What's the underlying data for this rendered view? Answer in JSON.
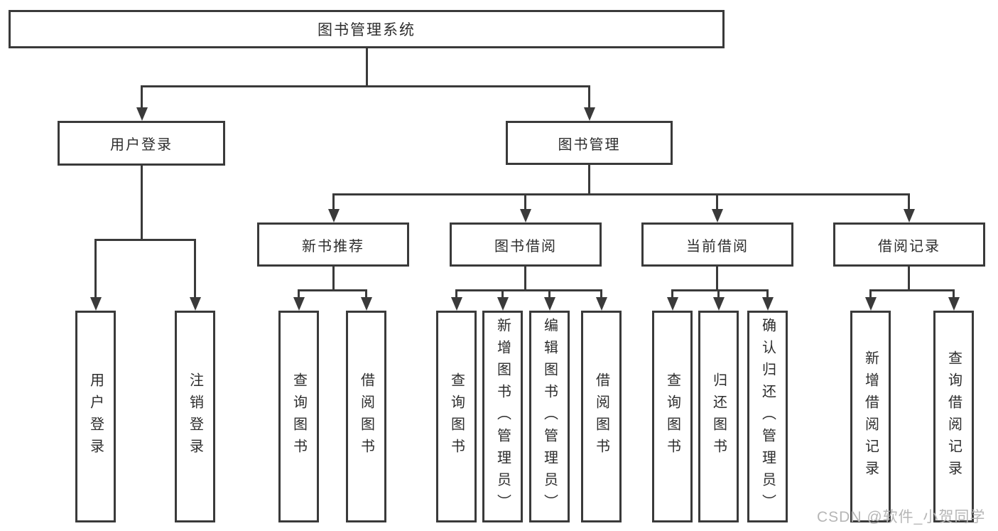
{
  "diagram": {
    "type": "hierarchy",
    "root_label": "图书管理系统",
    "branches": {
      "user_login": {
        "label": "用户登录",
        "children": [
          "用户登录",
          "注销登录"
        ]
      },
      "book_mgmt": {
        "label": "图书管理",
        "children": {
          "new_book_rec": {
            "label": "新书推荐",
            "children": [
              "查询图书",
              "借阅图书"
            ]
          },
          "book_borrow": {
            "label": "图书借阅",
            "children": [
              "查询图书",
              "新增图书（管理员）",
              "编辑图书（管理员）",
              "借阅图书"
            ]
          },
          "current_borrow": {
            "label": "当前借阅",
            "children": [
              "查询图书",
              "归还图书",
              "确认归还（管理员）"
            ]
          },
          "borrow_record": {
            "label": "借阅记录",
            "children": [
              "新增借阅记录",
              "查询借阅记录"
            ]
          }
        }
      }
    }
  },
  "watermark": "CSDN @软件_小贺同学",
  "colors": {
    "line": "#3a3a3a",
    "box_border": "#3a3a3a",
    "text": "#2d2d2d",
    "background": "#ffffff",
    "watermark": "#b6b6b6"
  }
}
